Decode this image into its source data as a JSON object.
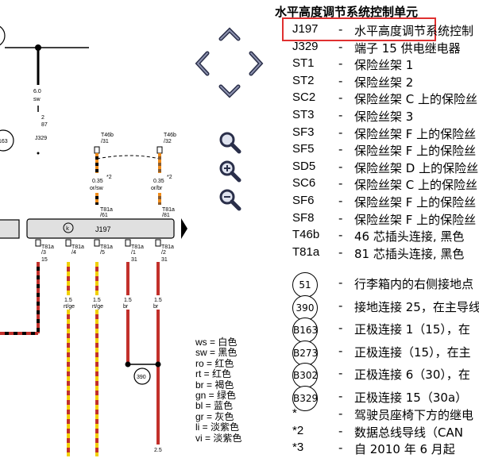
{
  "title": "水平高度调节系统控制单元",
  "legend": [
    {
      "code": "J197",
      "desc": "水平高度调节系统控制"
    },
    {
      "code": "J329",
      "desc": "端子 15 供电继电器"
    },
    {
      "code": "ST1",
      "desc": "保险丝架 1"
    },
    {
      "code": "ST2",
      "desc": "保险丝架 2"
    },
    {
      "code": "SC2",
      "desc": "保险丝架 C 上的保险丝"
    },
    {
      "code": "ST3",
      "desc": "保险丝架 3"
    },
    {
      "code": "SF3",
      "desc": "保险丝架 F 上的保险丝"
    },
    {
      "code": "SF5",
      "desc": "保险丝架 F 上的保险丝"
    },
    {
      "code": "SD5",
      "desc": "保险丝架 D 上的保险丝"
    },
    {
      "code": "SC6",
      "desc": "保险丝架 C 上的保险丝"
    },
    {
      "code": "SF6",
      "desc": "保险丝架 F 上的保险丝"
    },
    {
      "code": "SF8",
      "desc": "保险丝架 F 上的保险丝"
    },
    {
      "code": "T46b",
      "desc": "46 芯插头连接, 黑色"
    },
    {
      "code": "T81a",
      "desc": "81 芯插头连接, 黑色"
    }
  ],
  "circle_legend": [
    {
      "code": "51",
      "desc": "行李箱内的右侧接地点"
    },
    {
      "code": "390",
      "desc": "接地连接 25，在主导线"
    },
    {
      "code": "B163",
      "desc": "正极连接 1（15），在"
    },
    {
      "code": "B273",
      "desc": "正极连接（15），在主"
    },
    {
      "code": "B302",
      "desc": "正极连接 6（30），在"
    },
    {
      "code": "B329",
      "desc": "正极连接 15（30a）"
    }
  ],
  "notes": [
    {
      "code": "*",
      "desc": "驾驶员座椅下方的继电"
    },
    {
      "code": "*2",
      "desc": "数据总线导线（CAN"
    },
    {
      "code": "*3",
      "desc": "自 2010 年 6 月起"
    }
  ],
  "color_key": [
    "ws = 白色",
    "sw = 黑色",
    "ro = 红色",
    "rt = 红色",
    "br = 褐色",
    "gn = 绿色",
    "bl = 蓝色",
    "gr = 灰色",
    "li = 淡紫色",
    "vi = 淡紫色"
  ],
  "diagram": {
    "j197_label": "J197",
    "j329_label": "J329",
    "circle_163": "163",
    "circle_390": "390",
    "wire_60": "6.0",
    "wire_sw": "sw",
    "pin_2": "2",
    "pin_87": "87",
    "t46b_31": "T46b",
    "t46b_31_pin": "/31",
    "t46b_32": "T46b",
    "t46b_32_pin": "/32",
    "w035a": "0.35",
    "w035a_c": "or/sw",
    "w035b": "0.35",
    "w035b_c": "or/br",
    "star2a": "*2",
    "star2b": "*2",
    "t81a_61": "T81a",
    "t81a_61_pin": "/61",
    "t81a_81": "T81a",
    "t81a_81_pin": "/81",
    "bottom_pins": [
      {
        "t": "T81a",
        "p": "/3",
        "n": "15"
      },
      {
        "t": "T81a",
        "p": "/4",
        "n": ""
      },
      {
        "t": "T81a",
        "p": "/5",
        "n": ""
      },
      {
        "t": "T81a",
        "p": "/1",
        "n": "31"
      },
      {
        "t": "T81a",
        "p": "/2",
        "n": "31"
      }
    ],
    "bottom_wires": [
      {
        "s": "1.5",
        "c": "rt/ge"
      },
      {
        "s": "1.5",
        "c": "rt/ge"
      },
      {
        "s": "1.5",
        "c": "rt/ge"
      },
      {
        "s": "1.5",
        "c": "br"
      },
      {
        "s": "1.5",
        "c": "br"
      }
    ],
    "w25": "2.5"
  },
  "icons": {
    "up": "chevron-up-icon",
    "down": "chevron-down-icon",
    "left": "chevron-left-icon",
    "right": "chevron-right-icon",
    "zoom": "magnifier-icon",
    "zoom_in": "zoom-in-icon",
    "zoom_out": "zoom-out-icon"
  },
  "colors": {
    "highlight": "#e03030",
    "wire_red": "#c2302b",
    "wire_yellow": "#f2d000",
    "ecu_gray": "#e0e0e0",
    "wire_orange": "#f08c1a"
  }
}
